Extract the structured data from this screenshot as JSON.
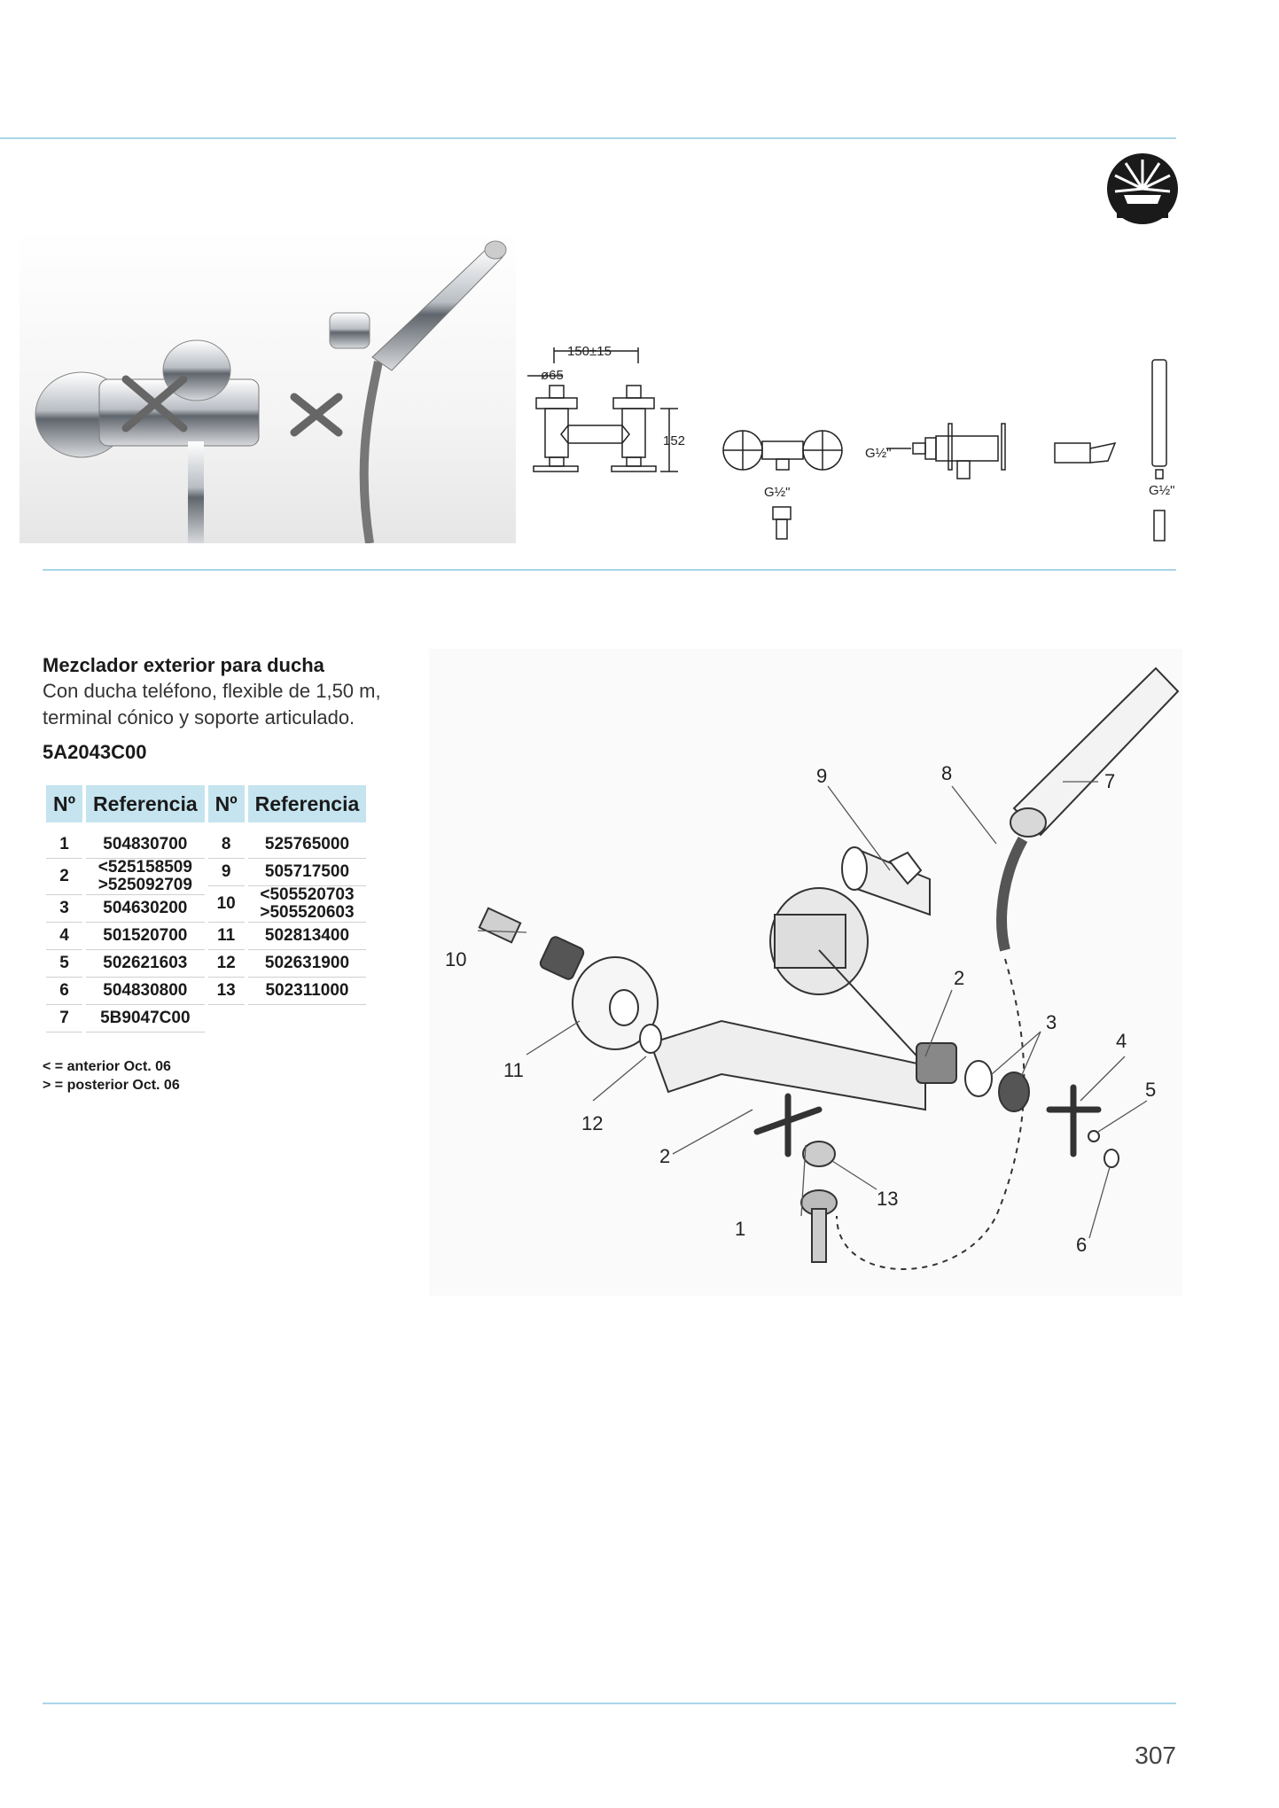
{
  "product": {
    "title": "Mezclador exterior para ducha",
    "description_line1": "Con ducha teléfono, flexible de 1,50 m,",
    "description_line2": "terminal cónico y soporte articulado.",
    "code": "5A2043C00"
  },
  "dimensions": {
    "width": "150±15",
    "diameter": "ø65",
    "height": "152",
    "thread": "G½\""
  },
  "table": {
    "headers": [
      "Nº",
      "Referencia",
      "Nº",
      "Referencia"
    ],
    "left": [
      {
        "n": "1",
        "ref": "504830700"
      },
      {
        "n": "2",
        "ref": "<525158509",
        "ref2": ">525092709"
      },
      {
        "n": "3",
        "ref": "504630200"
      },
      {
        "n": "4",
        "ref": "501520700"
      },
      {
        "n": "5",
        "ref": "502621603"
      },
      {
        "n": "6",
        "ref": "504830800"
      },
      {
        "n": "7",
        "ref": "5B9047C00"
      }
    ],
    "right": [
      {
        "n": "8",
        "ref": "525765000"
      },
      {
        "n": "9",
        "ref": "505717500"
      },
      {
        "n": "10",
        "ref": "<505520703",
        "ref2": ">505520603"
      },
      {
        "n": "11",
        "ref": "502813400"
      },
      {
        "n": "12",
        "ref": "502631900"
      },
      {
        "n": "13",
        "ref": "502311000"
      }
    ]
  },
  "legend": {
    "line1": "< = anterior Oct. 06",
    "line2": "> = posterior Oct. 06"
  },
  "callouts": [
    "1",
    "2",
    "2",
    "3",
    "4",
    "5",
    "6",
    "7",
    "8",
    "9",
    "10",
    "11",
    "12",
    "13"
  ],
  "page_number": "307",
  "colors": {
    "rule": "#a9d6e8",
    "table_header": "#c5e4ef"
  }
}
